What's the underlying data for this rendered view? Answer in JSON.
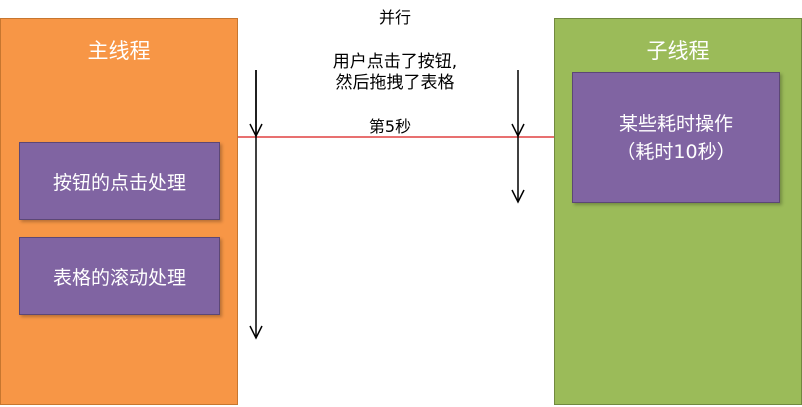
{
  "main_thread": {
    "title": "主线程",
    "boxes": [
      "按钮的点击处理",
      "表格的滚动处理"
    ]
  },
  "sub_thread": {
    "title": "子线程",
    "task_line1": "某些耗时操作",
    "task_line2": "（耗时10秒）"
  },
  "labels": {
    "parallel": "并行",
    "user_action_line1": "用户点击了按钮,",
    "user_action_line2": "然后拖拽了表格",
    "fifth_second": "第5秒"
  },
  "colors": {
    "main_thread": "#f79646",
    "sub_thread": "#9bbb59",
    "task_box": "#8064a2",
    "time_marker": "#e04040",
    "arrow": "#000000"
  }
}
